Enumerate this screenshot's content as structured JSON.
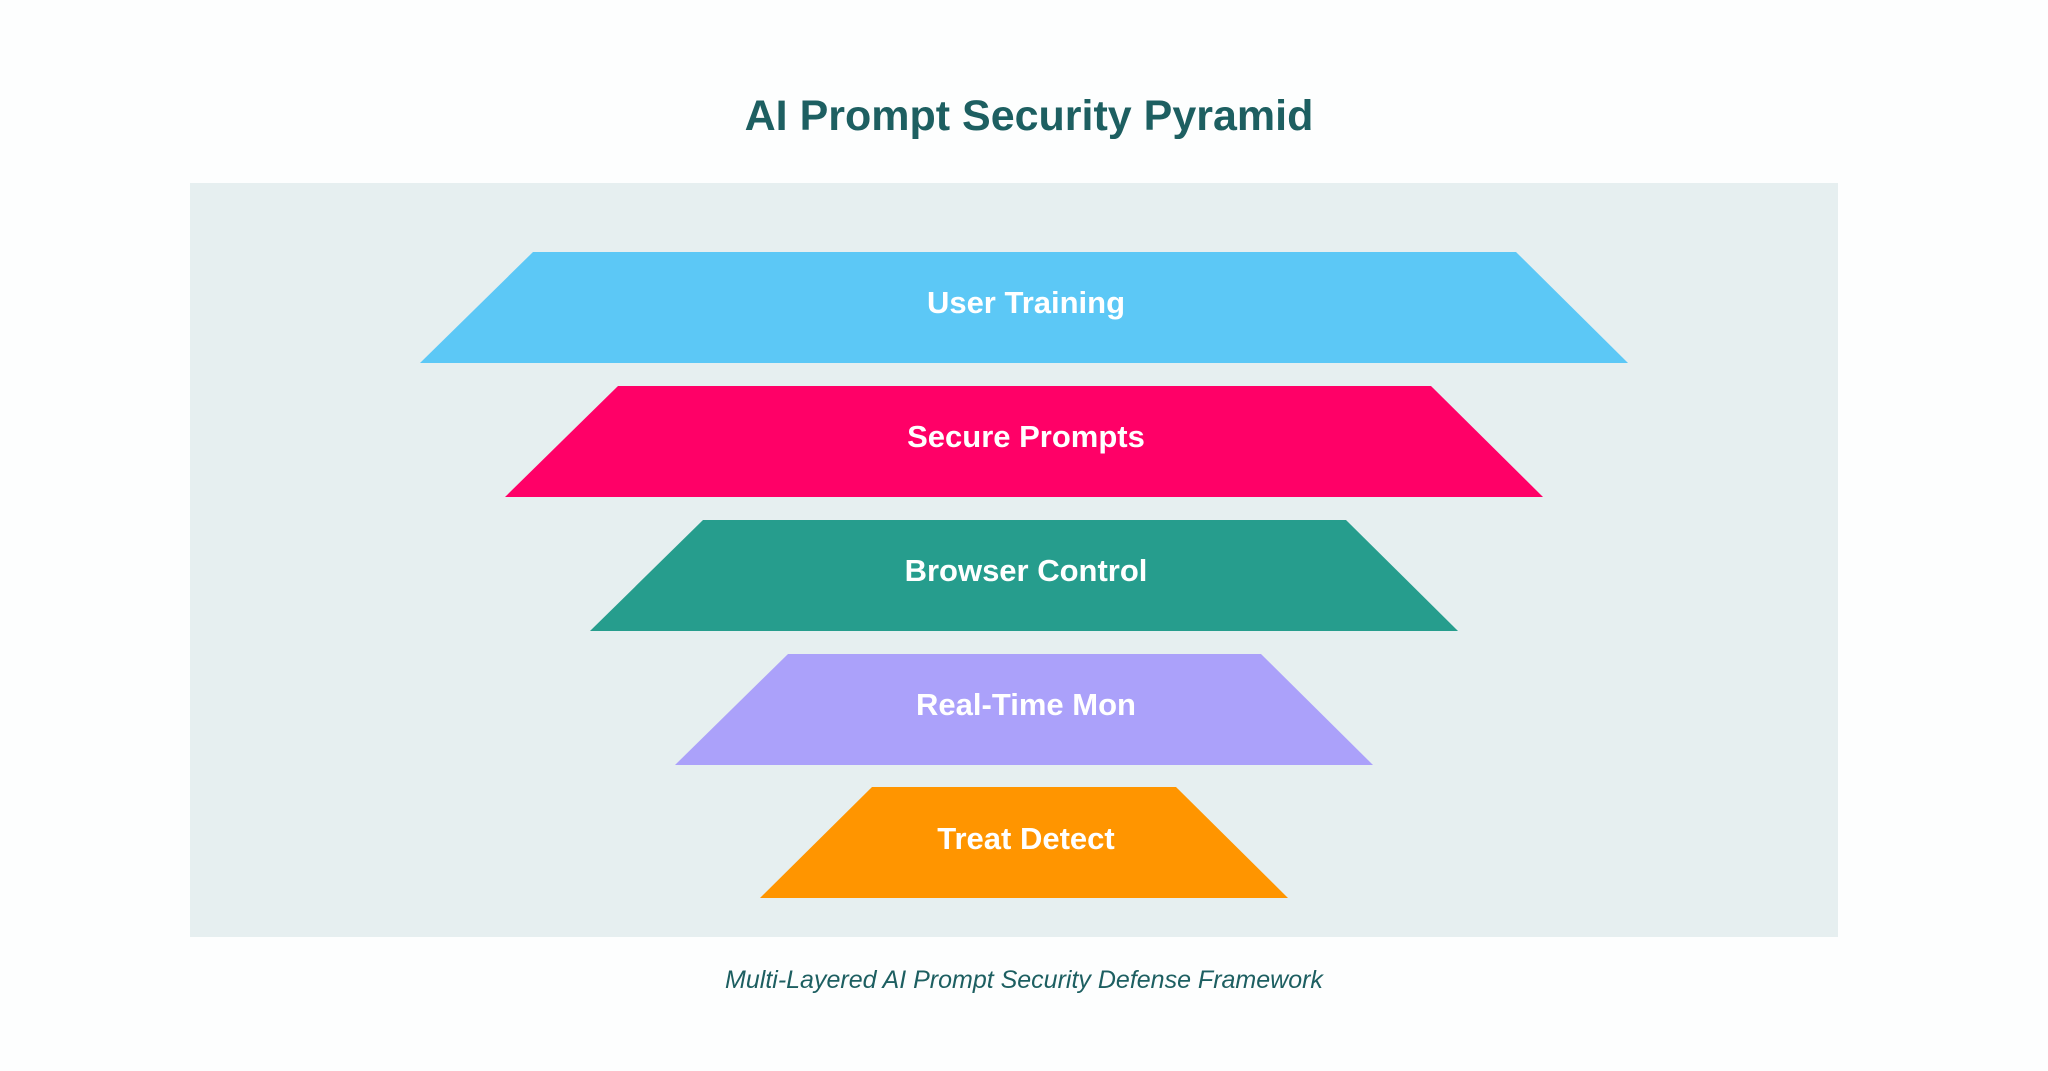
{
  "title": "AI Prompt Security Pyramid",
  "caption": "Multi-Layered AI Prompt Security Defense Framework",
  "layers": [
    {
      "label": "User Training",
      "color": "#5cc8f6"
    },
    {
      "label": "Secure Prompts",
      "color": "#ff0067"
    },
    {
      "label": "Browser Control",
      "color": "#269d8d"
    },
    {
      "label": "Real-Time Mon",
      "color": "#aba1fa"
    },
    {
      "label": "Treat Detect",
      "color": "#ff9500"
    }
  ]
}
